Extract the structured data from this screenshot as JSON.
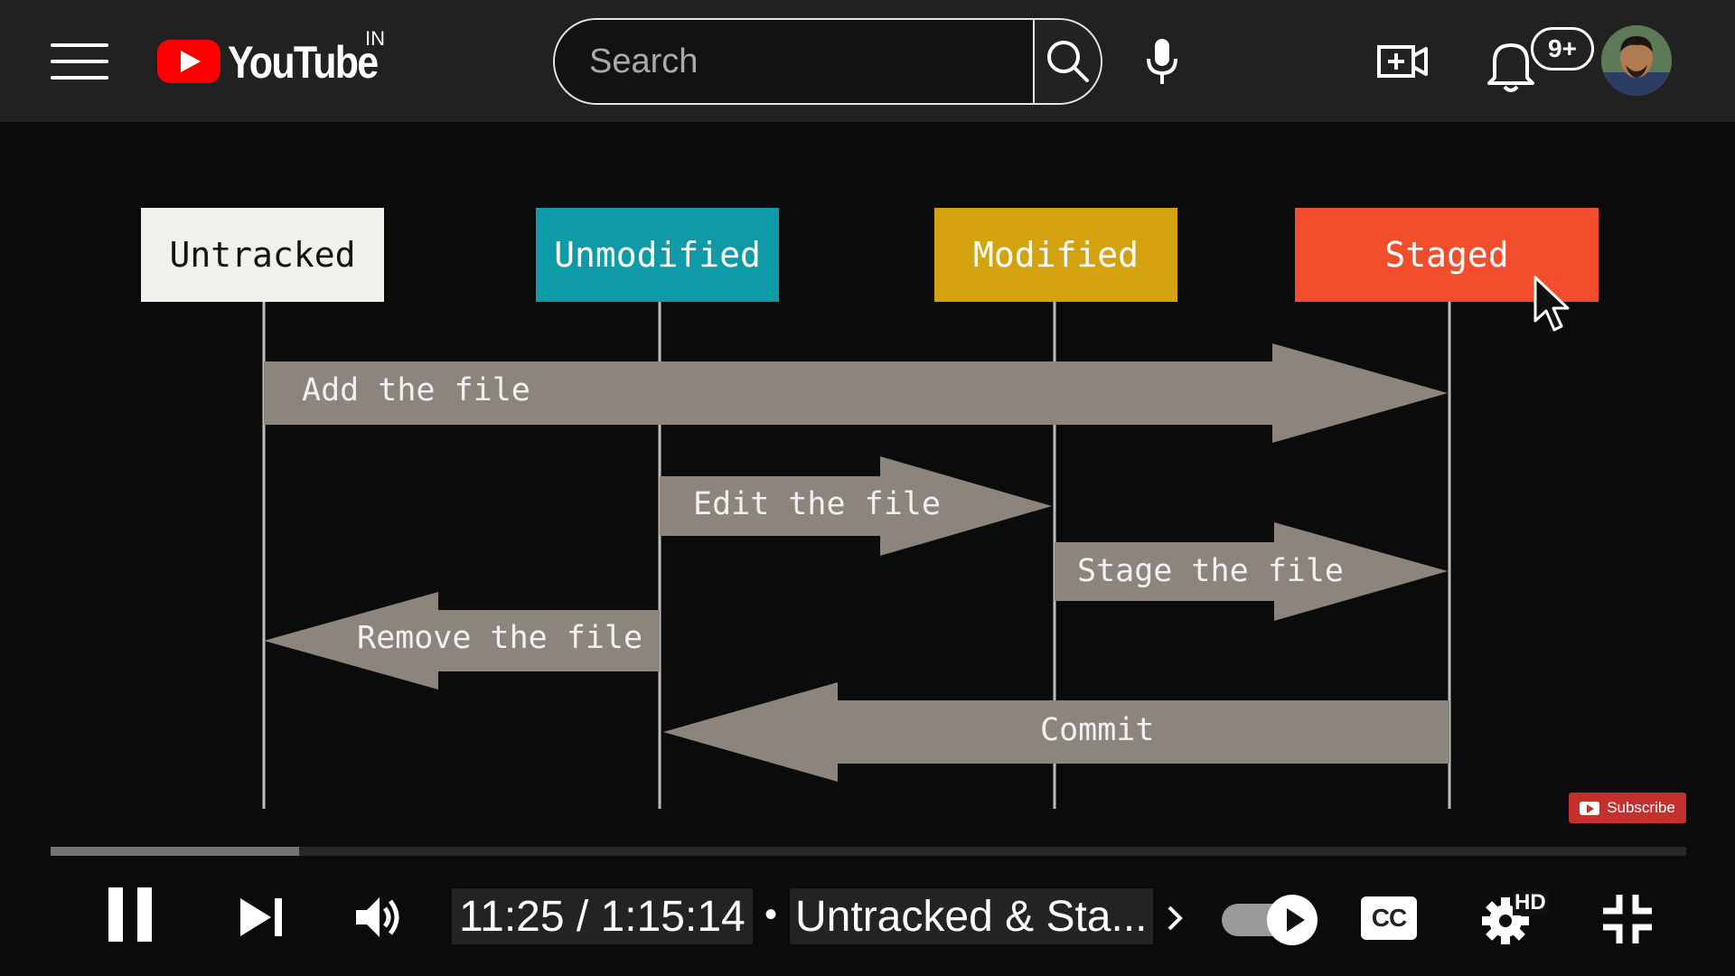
{
  "header": {
    "logo_text": "YouTube",
    "region_code": "IN",
    "search_placeholder": "Search",
    "notification_count": "9+",
    "icons": [
      "menu-icon",
      "search-icon",
      "mic-icon",
      "create-video-icon",
      "bell-icon",
      "avatar"
    ]
  },
  "diagram": {
    "states": [
      {
        "label": "Untracked",
        "color": "#f2f0ea",
        "text_color": "#111111"
      },
      {
        "label": "Unmodified",
        "color": "#0e9aa6",
        "text_color": "#ffffff"
      },
      {
        "label": "Modified",
        "color": "#d4a20f",
        "text_color": "#ffffff"
      },
      {
        "label": "Staged",
        "color": "#f24e2d",
        "text_color": "#ffffff"
      }
    ],
    "arrows": [
      {
        "label": "Add the file",
        "from": "Untracked",
        "to": "Staged"
      },
      {
        "label": "Edit the file",
        "from": "Unmodified",
        "to": "Modified"
      },
      {
        "label": "Stage the file",
        "from": "Modified",
        "to": "Staged"
      },
      {
        "label": "Remove the file",
        "from": "Unmodified",
        "to": "Untracked"
      },
      {
        "label": "Commit",
        "from": "Staged",
        "to": "Unmodified"
      }
    ],
    "arrow_color": "#8c857e",
    "lifeline_color": "#bdbdbd"
  },
  "player": {
    "subscribe_label": "Subscribe",
    "current_time": "11:25",
    "duration": "1:15:14",
    "time_display": "11:25 / 1:15:14",
    "chapter_separator": "•",
    "chapter_title": "Untracked & Sta...",
    "cc_label": "CC",
    "quality_badge": "HD",
    "progress_fraction": 0.152,
    "autoplay_on": true,
    "icons": [
      "pause-icon",
      "next-icon",
      "volume-icon",
      "chevron-right-icon",
      "autoplay-toggle",
      "cc-icon",
      "settings-icon",
      "exit-fullscreen-icon"
    ]
  }
}
